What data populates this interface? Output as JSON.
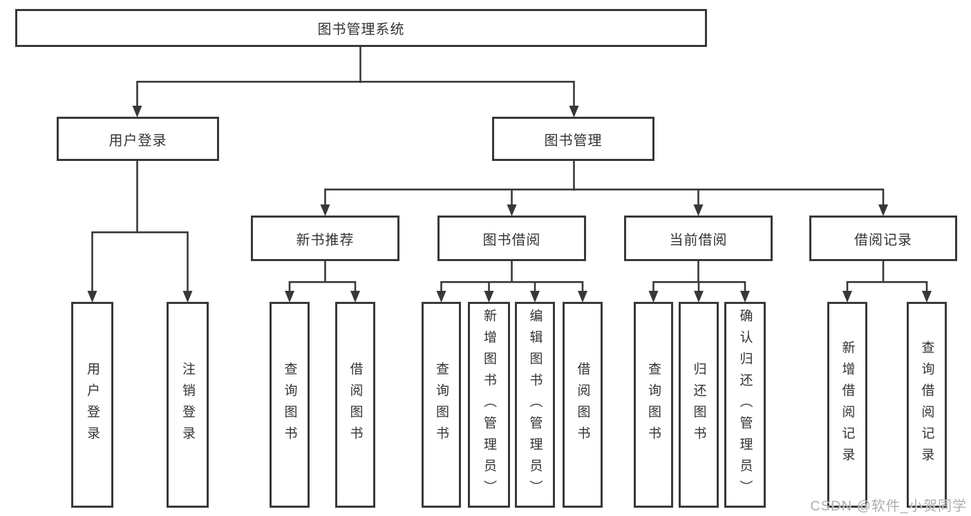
{
  "tree": {
    "label": "图书管理系统",
    "children": [
      {
        "label": "用户登录",
        "children": [
          {
            "label": "用户登录"
          },
          {
            "label": "注销登录"
          }
        ]
      },
      {
        "label": "图书管理",
        "children": [
          {
            "label": "新书推荐",
            "children": [
              {
                "label": "查询图书"
              },
              {
                "label": "借阅图书"
              }
            ]
          },
          {
            "label": "图书借阅",
            "children": [
              {
                "label": "查询图书"
              },
              {
                "label": "新增图书（管理员）"
              },
              {
                "label": "编辑图书（管理员）"
              },
              {
                "label": "借阅图书"
              }
            ]
          },
          {
            "label": "当前借阅",
            "children": [
              {
                "label": "查询图书"
              },
              {
                "label": "归还图书"
              },
              {
                "label": "确认归还（管理员）"
              }
            ]
          },
          {
            "label": "借阅记录",
            "children": [
              {
                "label": "新增借阅记录"
              },
              {
                "label": "查询借阅记录"
              }
            ]
          }
        ]
      }
    ]
  },
  "watermark": {
    "text": "CSDN @软件_小贺同学"
  },
  "colors": {
    "line": "#383838",
    "box_border": "#383838",
    "text": "#333333",
    "background": "#ffffff",
    "watermark": "#aeaeae"
  }
}
